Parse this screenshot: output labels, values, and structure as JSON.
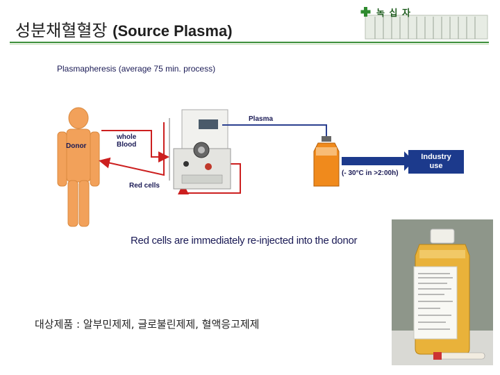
{
  "header": {
    "title_ko": "성분채혈혈장",
    "title_en": "(Source Plasma)",
    "logo_text": "녹 십 자"
  },
  "diagram": {
    "caption": "Plasmapheresis  (average 75 min. process)",
    "donor_label": "Donor",
    "whole_blood_line1": "whole",
    "whole_blood_line2": "Blood",
    "plasma_label": "Plasma",
    "red_cells_label": "Red cells",
    "storage_label": "(- 30°C in  >2:00h)",
    "industry_line1": "Industry",
    "industry_line2": "use",
    "note": "Red cells are immediately re-injected into the donor"
  },
  "products": "대상제품 : 알부민제제, 글로불린제제, 혈액응고제제",
  "colors": {
    "accent_green": "#3c8f3a",
    "donor_body": "#f2a15a",
    "arrow_red": "#cc1f1f",
    "industry_box": "#1c3a8c",
    "plasma_bottle": "#f08a1c"
  }
}
